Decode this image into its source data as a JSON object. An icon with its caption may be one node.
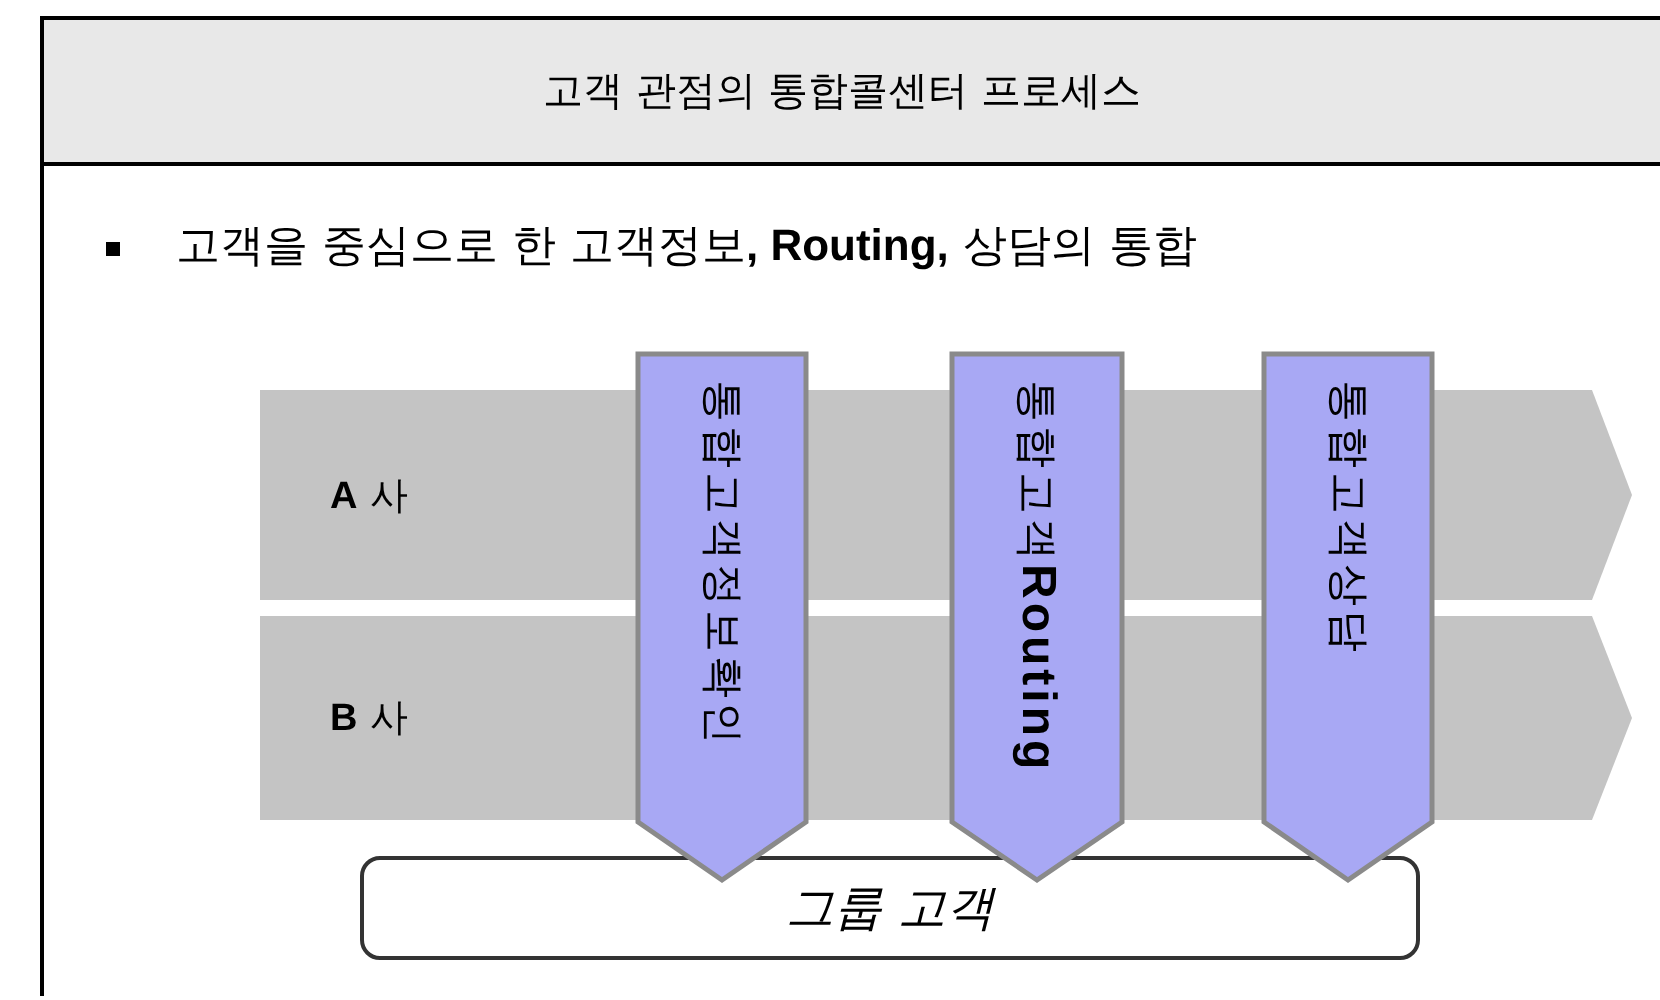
{
  "diagram": {
    "title": "고객 관점의 통합콜센터 프로세스",
    "nodes": [
      {
        "text": [
          "**A** 사"
        ]
      },
      {
        "text": [
          "**B** 사"
        ]
      },
      {
        "text": [
          "통합고객정보확인"
        ]
      },
      {
        "text": [
          "통합고객**Routing**"
        ]
      },
      {
        "text": [
          "통합고객상담"
        ]
      },
      {
        "text": [
          "그룹 고객"
        ]
      }
    ],
    "edges": [],
    "labels": [
      "고객을 중심으로 한 고객정보**, Routing,** 상담의 통합"
    ]
  }
}
